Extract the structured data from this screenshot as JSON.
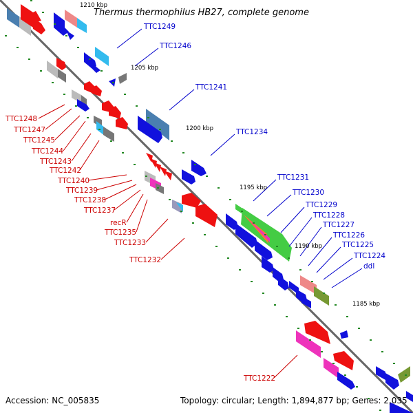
{
  "title": "Thermus thermophilus HB27, complete genome",
  "accession": "Accession: NC_005835",
  "summary": "Topology: circular; Length: 1,894,877 bp; Genes: 2,035",
  "ticks": [
    "1210 kbp",
    "1205 kbp",
    "1200 kbp",
    "1195 kbp",
    "1190 kbp",
    "1185 kbp"
  ],
  "labels_forward": [
    "TTC1249",
    "TTC1246",
    "TTC1241",
    "TTC1234",
    "TTC1231",
    "TTC1230",
    "TTC1229",
    "TTC1228",
    "TTC1227",
    "TTC1226",
    "TTC1225",
    "TTC1224",
    "ddl"
  ],
  "labels_reverse": [
    "TTC1248",
    "TTC1247",
    "TTC1245",
    "TTC1244",
    "TTC1243",
    "TTC1242",
    "TTC1240",
    "TTC1239",
    "TTC1238",
    "TTC1237",
    "recR",
    "TTC1235",
    "TTC1233",
    "TTC1232",
    "TTC1222"
  ],
  "colors": {
    "forward_label": "#0000cc",
    "reverse_label": "#cc0000",
    "backbone": "#888888",
    "tick_dot": "#228822"
  }
}
